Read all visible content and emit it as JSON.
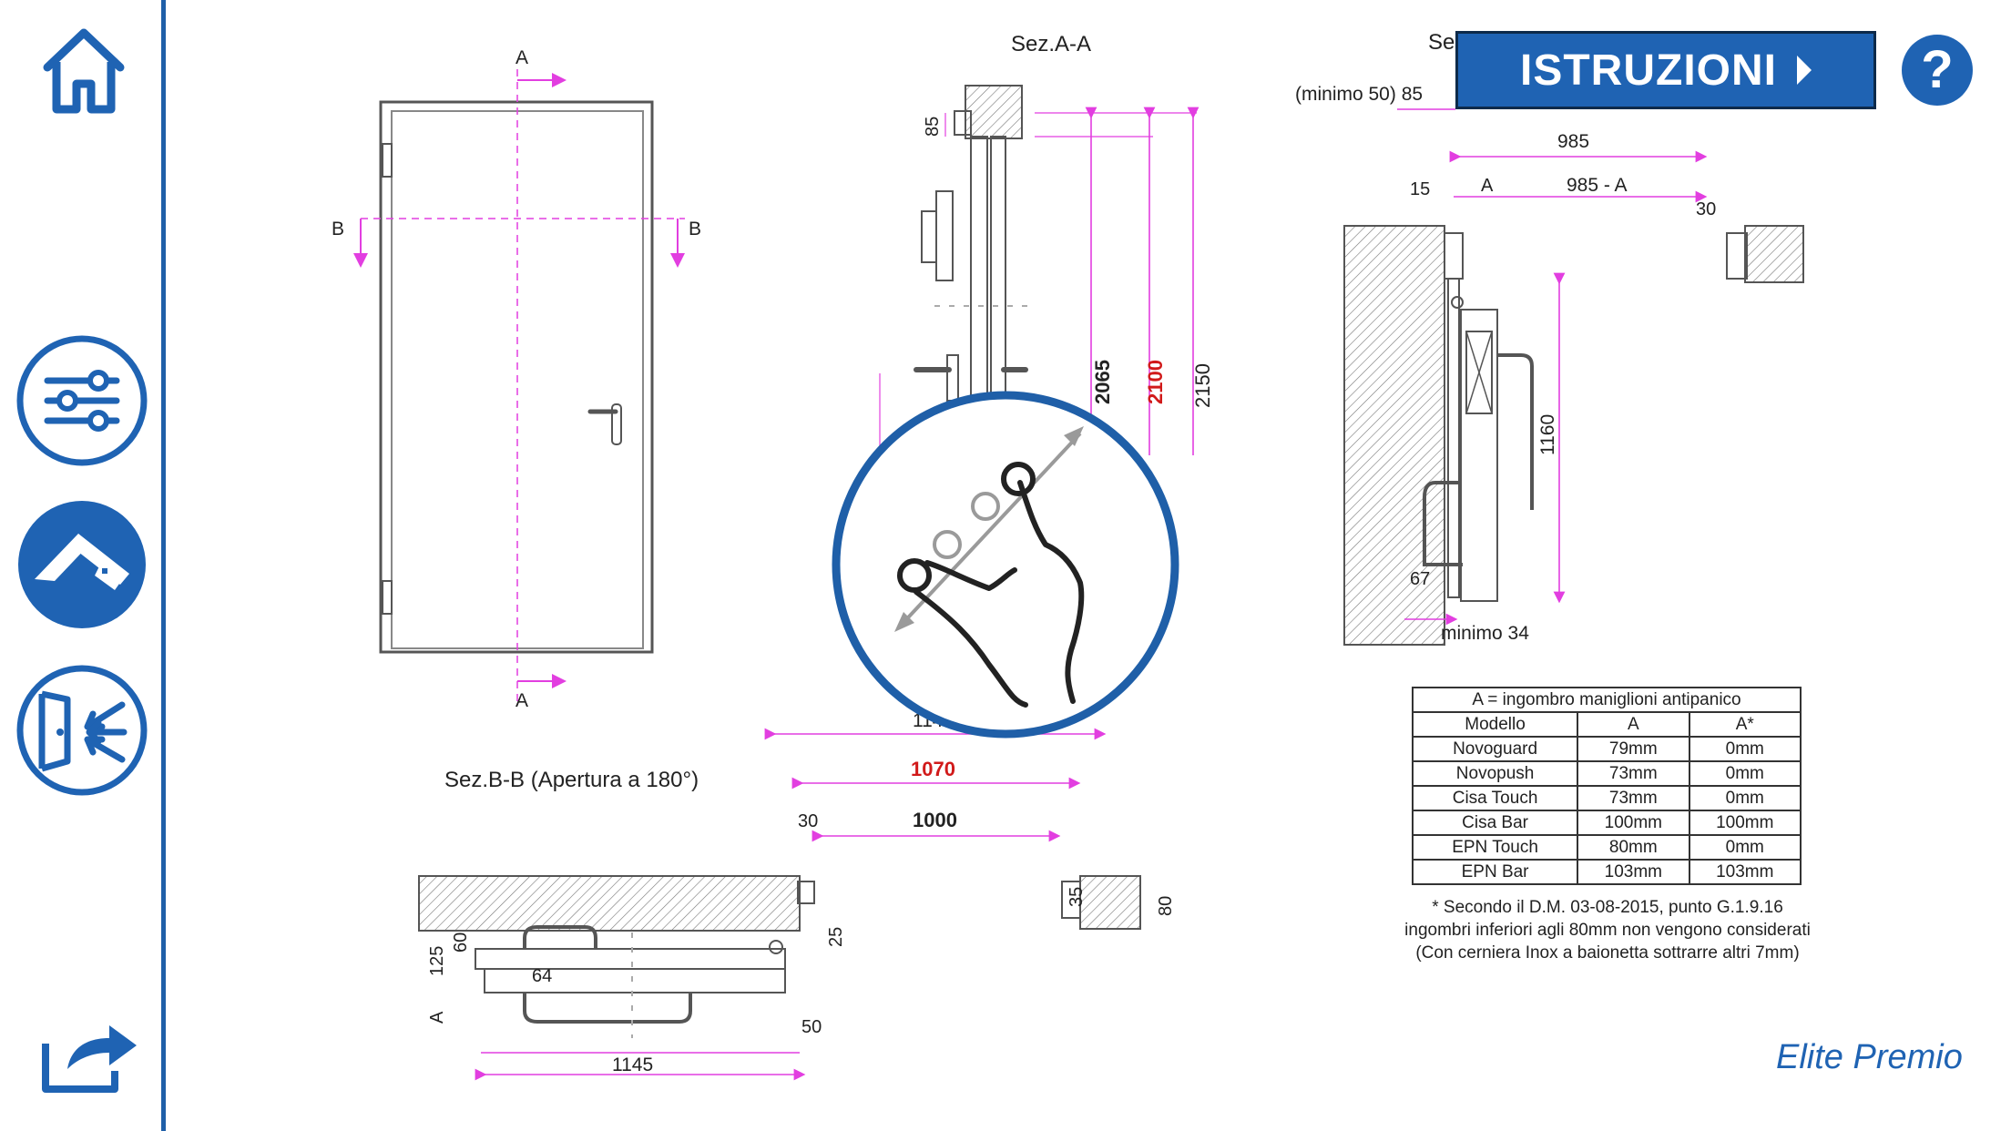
{
  "sidebar": {
    "home": "home-icon",
    "config": "sliders-icon",
    "measure": "measure-icon",
    "door": "door-arrows-icon",
    "share": "share-icon"
  },
  "header": {
    "istruzioni_label": "ISTRUZIONI",
    "help_label": "?"
  },
  "brand": "Elite Premio",
  "drawing": {
    "front": {
      "a_top": "A",
      "a_bottom": "A",
      "b_left": "B",
      "b_right": "B"
    },
    "sec_aa": {
      "title": "Sez.A-A",
      "d85": "85",
      "d2065": "2065",
      "d2100": "2100",
      "d2150": "2150",
      "d1145": "1145"
    },
    "sec_top": {
      "title_partial": "Se",
      "minimo50": "(minimo 50) 85",
      "d985": "985",
      "d15": "15",
      "a": "A",
      "d985a": "985 - A",
      "d30": "30",
      "d1160": "1160",
      "d67": "67",
      "minimo34": "minimo 34"
    },
    "sec_bb": {
      "title": "Sez.B-B (Apertura a 180°)",
      "d1070": "1070",
      "d30": "30",
      "d1000": "1000",
      "d35": "35",
      "d80": "80",
      "d25": "25",
      "d60": "60",
      "d125": "125",
      "d64": "64",
      "a": "A",
      "d50": "50",
      "d1145": "1145"
    }
  },
  "gesture": "pinch-zoom-icon",
  "table": {
    "caption": "A = ingombro maniglioni antipanico",
    "headers": [
      "Modello",
      "A",
      "A*"
    ],
    "rows": [
      [
        "Novoguard",
        "79mm",
        "0mm"
      ],
      [
        "Novopush",
        "73mm",
        "0mm"
      ],
      [
        "Cisa Touch",
        "73mm",
        "0mm"
      ],
      [
        "Cisa Bar",
        "100mm",
        "100mm"
      ],
      [
        "EPN Touch",
        "80mm",
        "0mm"
      ],
      [
        "EPN Bar",
        "103mm",
        "103mm"
      ]
    ]
  },
  "note": {
    "line1": "* Secondo il D.M. 03-08-2015, punto G.1.9.16",
    "line2": "ingombri inferiori agli 80mm non vengono considerati",
    "line3": "(Con cerniera Inox a baionetta sottrarre altri 7mm)"
  },
  "colors": {
    "accent": "#1f63b3",
    "dim": "#e23ee0",
    "red": "#d11a1a"
  }
}
